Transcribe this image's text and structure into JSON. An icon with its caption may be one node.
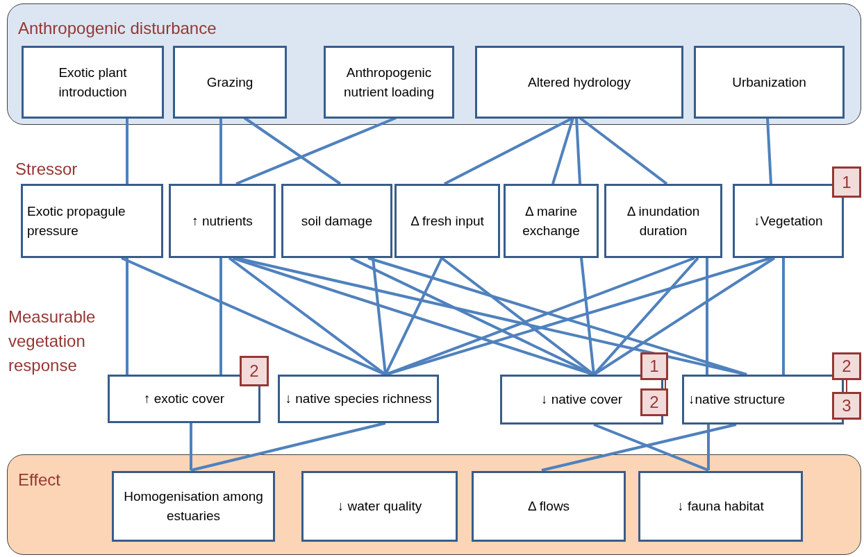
{
  "diagram": {
    "nodes": [
      {
        "text": [
          "Anthropogenic disturbance"
        ]
      },
      {
        "text": [
          "Exotic plant introduction"
        ],
        "in": 0
      },
      {
        "text": [
          "Grazing"
        ],
        "in": 0
      },
      {
        "text": [
          "Anthropogenic nutrient loading"
        ],
        "in": 0
      },
      {
        "text": [
          "Altered hydrology"
        ],
        "in": 0
      },
      {
        "text": [
          "Urbanization"
        ],
        "in": 0
      },
      {
        "text": [
          "Exotic propagule pressure"
        ]
      },
      {
        "text": [
          "↑ nutrients"
        ]
      },
      {
        "text": [
          "soil damage"
        ]
      },
      {
        "text": [
          "Δ fresh input"
        ]
      },
      {
        "text": [
          "Δ marine exchange"
        ]
      },
      {
        "text": [
          "Δ inundation duration"
        ]
      },
      {
        "text": [
          "↓Vegetation"
        ]
      },
      {
        "text": [
          "1"
        ]
      },
      {
        "text": [
          "↑ exotic cover"
        ]
      },
      {
        "text": [
          "2"
        ]
      },
      {
        "text": [
          "↓ native species richness"
        ]
      },
      {
        "text": [
          "↓ native cover"
        ]
      },
      {
        "text": [
          "1"
        ]
      },
      {
        "text": [
          "2"
        ]
      },
      {
        "text": [
          "↓native structure"
        ]
      },
      {
        "text": [
          "2"
        ]
      },
      {
        "text": [
          "3"
        ]
      },
      {
        "text": [
          "Effect"
        ]
      },
      {
        "text": [
          "Homogenisation among estuaries"
        ],
        "in": 23
      },
      {
        "text": [
          "↓ water quality"
        ],
        "in": 23
      },
      {
        "text": [
          "Δ  flows"
        ],
        "in": 23
      },
      {
        "text": [
          "↓ fauna habitat"
        ],
        "in": 23
      }
    ],
    "edges": [
      {
        "from": 1,
        "to": 6,
        "arrow": "none"
      },
      {
        "from": 2,
        "to": 7,
        "arrow": "none"
      },
      {
        "from": 2,
        "to": 8,
        "arrow": "none"
      },
      {
        "from": 3,
        "to": 7,
        "arrow": "none"
      },
      {
        "from": 4,
        "to": 9,
        "arrow": "none"
      },
      {
        "from": 4,
        "to": 10,
        "arrow": "none"
      },
      {
        "from": 4,
        "to": 10,
        "arrow": "none"
      },
      {
        "from": 4,
        "to": 11,
        "arrow": "none"
      },
      {
        "from": 5,
        "to": 12,
        "arrow": "none"
      },
      {
        "from": 6,
        "to": 14,
        "arrow": "none"
      },
      {
        "from": 6,
        "to": 16,
        "arrow": "none"
      },
      {
        "from": 7,
        "to": 14,
        "arrow": "none"
      },
      {
        "from": 7,
        "to": 16,
        "arrow": "none"
      },
      {
        "from": 7,
        "to": 17,
        "arrow": "none"
      },
      {
        "from": 7,
        "to": 20,
        "arrow": "none"
      },
      {
        "from": 8,
        "to": 16,
        "arrow": "none"
      },
      {
        "from": 8,
        "to": 17,
        "arrow": "none"
      },
      {
        "from": 8,
        "to": 20,
        "arrow": "none"
      },
      {
        "from": 9,
        "to": 16,
        "arrow": "none"
      },
      {
        "from": 9,
        "to": 17,
        "arrow": "none"
      },
      {
        "from": 10,
        "to": 17,
        "arrow": "none"
      },
      {
        "from": 11,
        "to": 16,
        "arrow": "none"
      },
      {
        "from": 11,
        "to": 17,
        "arrow": "none"
      },
      {
        "from": 11,
        "to": 20,
        "arrow": "none"
      },
      {
        "from": 12,
        "to": 16,
        "arrow": "none"
      },
      {
        "from": 12,
        "to": 17,
        "arrow": "none"
      },
      {
        "from": 12,
        "to": 20,
        "arrow": "none"
      },
      {
        "from": 14,
        "to": 24,
        "arrow": "none"
      },
      {
        "from": 16,
        "to": 24,
        "arrow": "none"
      },
      {
        "from": 17,
        "to": 27,
        "arrow": "none"
      },
      {
        "from": 20,
        "to": 26,
        "arrow": "none"
      },
      {
        "from": 20,
        "to": 27,
        "arrow": "none"
      },
      {
        "from": 18,
        "to": 19,
        "arrow": "none",
        "color": "#953735"
      },
      {
        "from": 21,
        "to": 22,
        "arrow": "none",
        "color": "#953735"
      }
    ],
    "labels": [
      "Stressor",
      "Measurable vegetation response"
    ]
  }
}
